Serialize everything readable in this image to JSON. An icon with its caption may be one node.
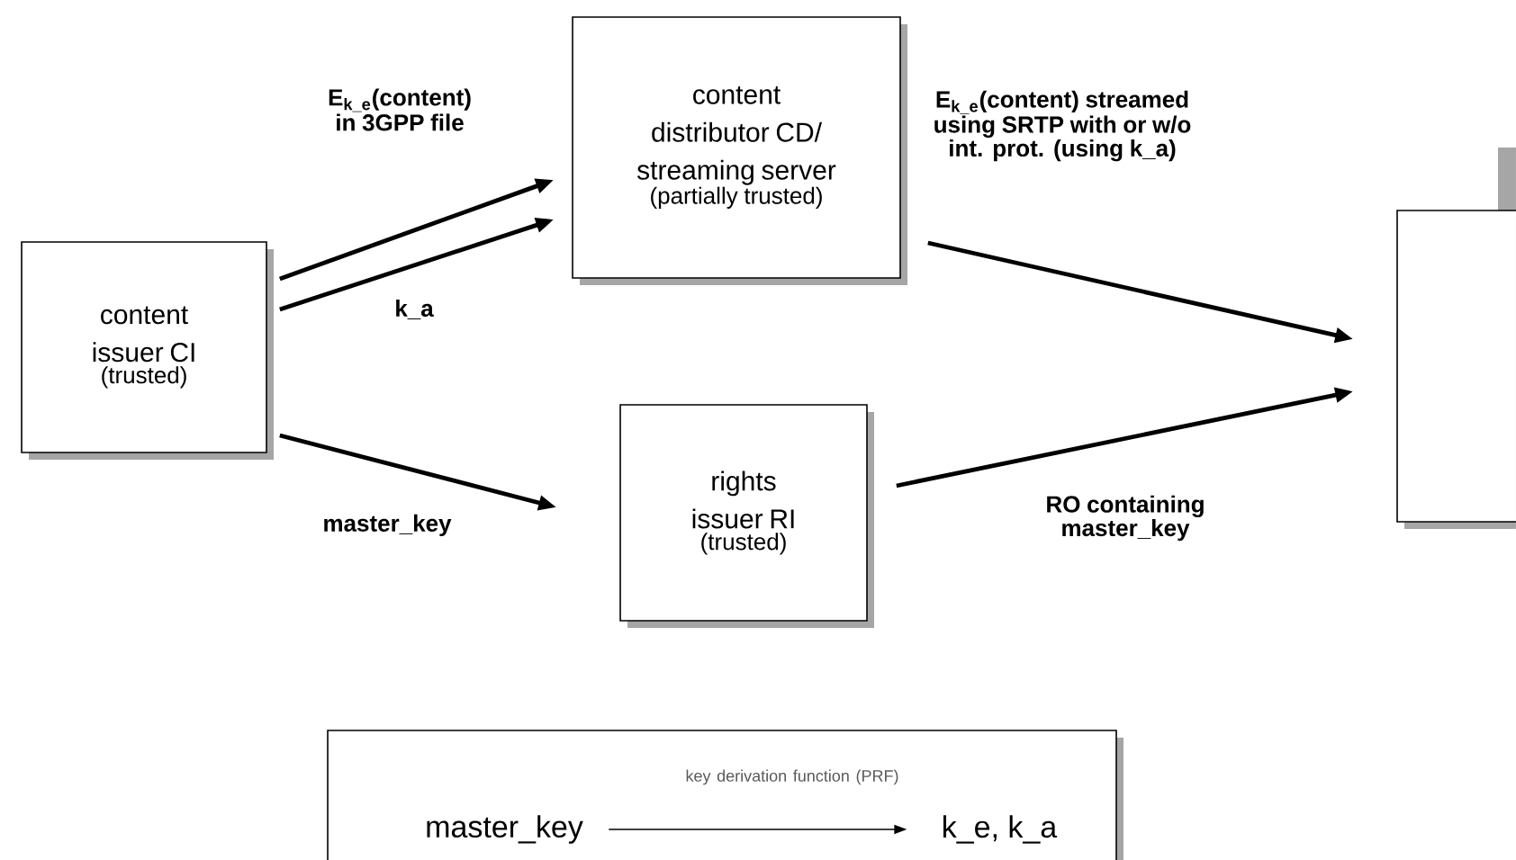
{
  "diagram": {
    "nodes": [
      {
        "text": [
          "content issuer CI",
          "(trusted)"
        ]
      },
      {
        "text": [
          "content distributor CD/ streaming server",
          "(partially trusted)"
        ]
      },
      {
        "text": [
          "rights issuer RI",
          "(trusted)"
        ]
      },
      {
        "text": [],
        "shape": "box"
      },
      {
        "text": [],
        "shape": "box"
      },
      {
        "text": [
          "master_key"
        ],
        "in": 4
      },
      {
        "text": [
          "k_e, k_a"
        ],
        "in": 4
      }
    ],
    "edges": [
      {
        "from": 0,
        "to": 1,
        "arrow": "to",
        "label": "E$_{k_e}$(content) in 3GPP file"
      },
      {
        "from": 0,
        "to": 1,
        "arrow": "to",
        "label": "k_a"
      },
      {
        "from": 0,
        "to": 2,
        "arrow": "to",
        "label": "master_key"
      },
      {
        "from": 1,
        "to": 3,
        "arrow": "to",
        "label": "E$_{k_e}$(content) streamed using SRTP with or w/o int. prot. (using k_a)"
      },
      {
        "from": 2,
        "to": 3,
        "arrow": "to",
        "label": "RO containing master_key"
      },
      {
        "from": 5,
        "to": 6,
        "arrow": "to",
        "label": "key derivation function (PRF)"
      }
    ]
  }
}
